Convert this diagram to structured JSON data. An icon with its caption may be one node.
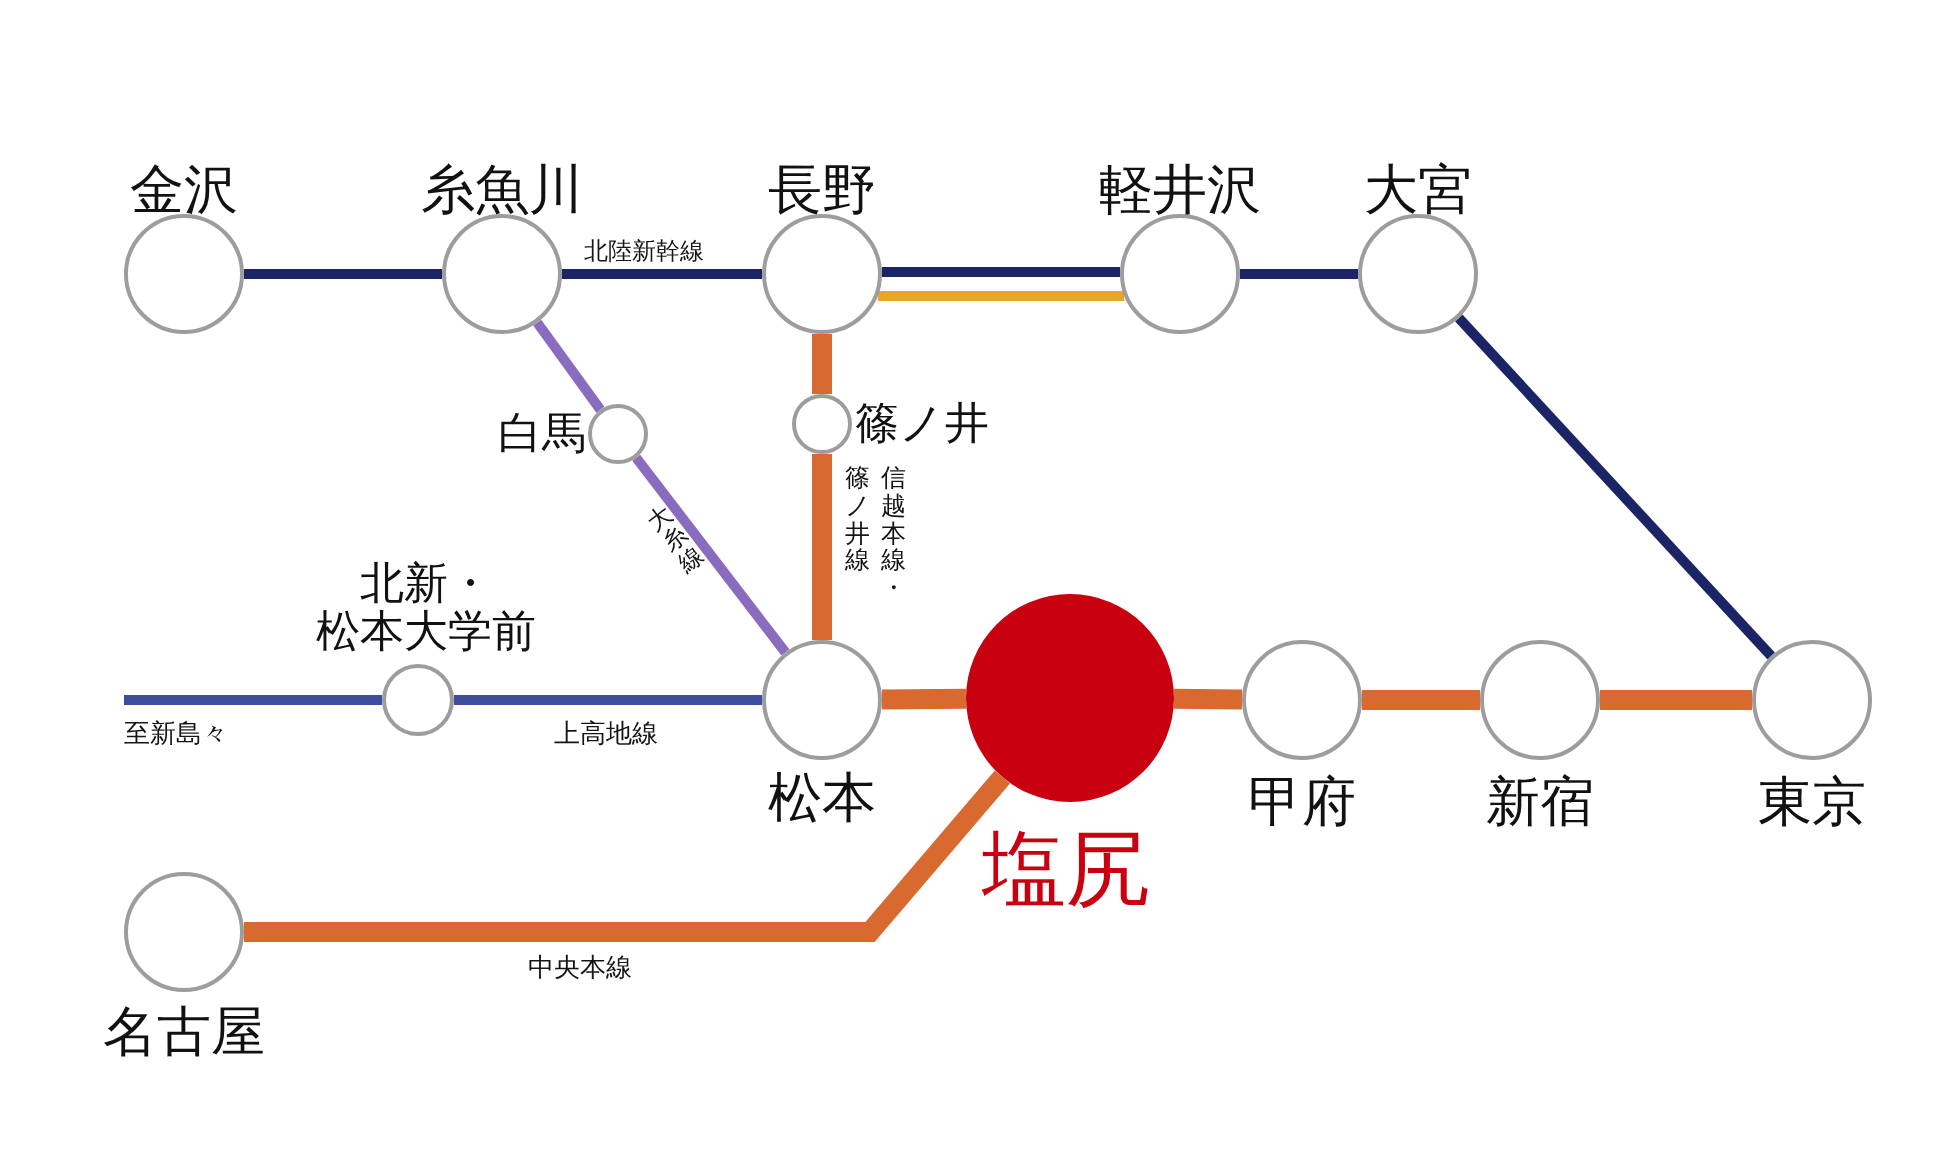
{
  "diagram": {
    "nodes": [
      {
        "text": [
          "金沢"
        ]
      },
      {
        "text": [
          "糸魚川"
        ]
      },
      {
        "text": [
          "長野"
        ]
      },
      {
        "text": [
          "軽井沢"
        ]
      },
      {
        "text": [
          "大宮"
        ]
      },
      {
        "text": [
          "白馬"
        ]
      },
      {
        "text": [
          "篠ノ井"
        ]
      },
      {
        "text": [
          "北新・松本大学前"
        ]
      },
      {
        "text": [
          "松本"
        ]
      },
      {
        "text": [
          "塩尻"
        ]
      },
      {
        "text": [
          "甲府"
        ]
      },
      {
        "text": [
          "新宿"
        ]
      },
      {
        "text": [
          "東京"
        ]
      },
      {
        "text": [
          "名古屋"
        ]
      }
    ],
    "edges": [
      {
        "from": 0,
        "to": 1,
        "arrow": "none",
        "color": "#1b2566"
      },
      {
        "from": 1,
        "to": 2,
        "arrow": "none",
        "label": "北陸新幹線",
        "color": "#1b2566"
      },
      {
        "from": 2,
        "to": 3,
        "arrow": "none",
        "color": "#1b2566"
      },
      {
        "from": 2,
        "to": 3,
        "arrow": "none",
        "color": "#e5a62a"
      },
      {
        "from": 3,
        "to": 4,
        "arrow": "none",
        "color": "#1b2566"
      },
      {
        "from": 4,
        "to": 12,
        "arrow": "none",
        "color": "#1b2566"
      },
      {
        "from": 1,
        "to": 5,
        "arrow": "none",
        "color": "#8a6cbf"
      },
      {
        "from": 5,
        "to": 8,
        "arrow": "none",
        "label": "大糸線",
        "color": "#8a6cbf"
      },
      {
        "from": 2,
        "to": 6,
        "arrow": "none",
        "style": "thick"
      },
      {
        "from": 6,
        "to": 8,
        "arrow": "none",
        "label": "信越本線・篠ノ井線",
        "style": "thick"
      },
      {
        "from": 7,
        "to": null,
        "arrow": "none",
        "label": "至新島々",
        "color": "#3f4d9f"
      },
      {
        "from": 7,
        "to": 8,
        "arrow": "none",
        "label": "上高地線",
        "color": "#3f4d9f"
      },
      {
        "from": 8,
        "to": 9,
        "arrow": "none",
        "style": "thick"
      },
      {
        "from": 9,
        "to": 10,
        "arrow": "none",
        "style": "thick"
      },
      {
        "from": 10,
        "to": 11,
        "arrow": "none",
        "style": "thick"
      },
      {
        "from": 11,
        "to": 12,
        "arrow": "none",
        "style": "thick"
      },
      {
        "from": 9,
        "to": 13,
        "arrow": "none",
        "label": "中央本線",
        "style": "thick"
      }
    ]
  }
}
